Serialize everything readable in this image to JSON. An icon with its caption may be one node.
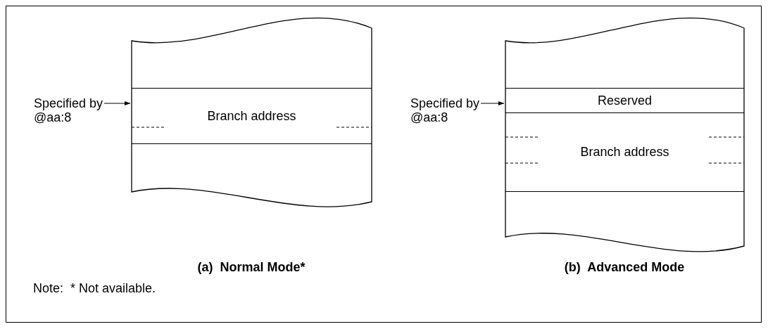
{
  "diagram": {
    "nodes": [
      {
        "text": [
          "Specified by @aa:8"
        ]
      },
      {
        "text": [],
        "shape": "box"
      },
      {
        "text": [
          "Branch address"
        ],
        "in": 1
      },
      {
        "text": [
          "Specified by @aa:8"
        ]
      },
      {
        "text": [],
        "shape": "box"
      },
      {
        "text": [
          "Reserved"
        ],
        "in": 4
      },
      {
        "text": [
          "Branch address"
        ],
        "in": 4
      }
    ],
    "edges": [
      {
        "from": 0,
        "to": 2,
        "arrow": "to"
      },
      {
        "from": 3,
        "to": 5,
        "arrow": "to"
      }
    ],
    "labels": [
      "(a)  Normal Mode*",
      "(b)  Advanced Mode",
      "Note:  * Not available."
    ]
  }
}
